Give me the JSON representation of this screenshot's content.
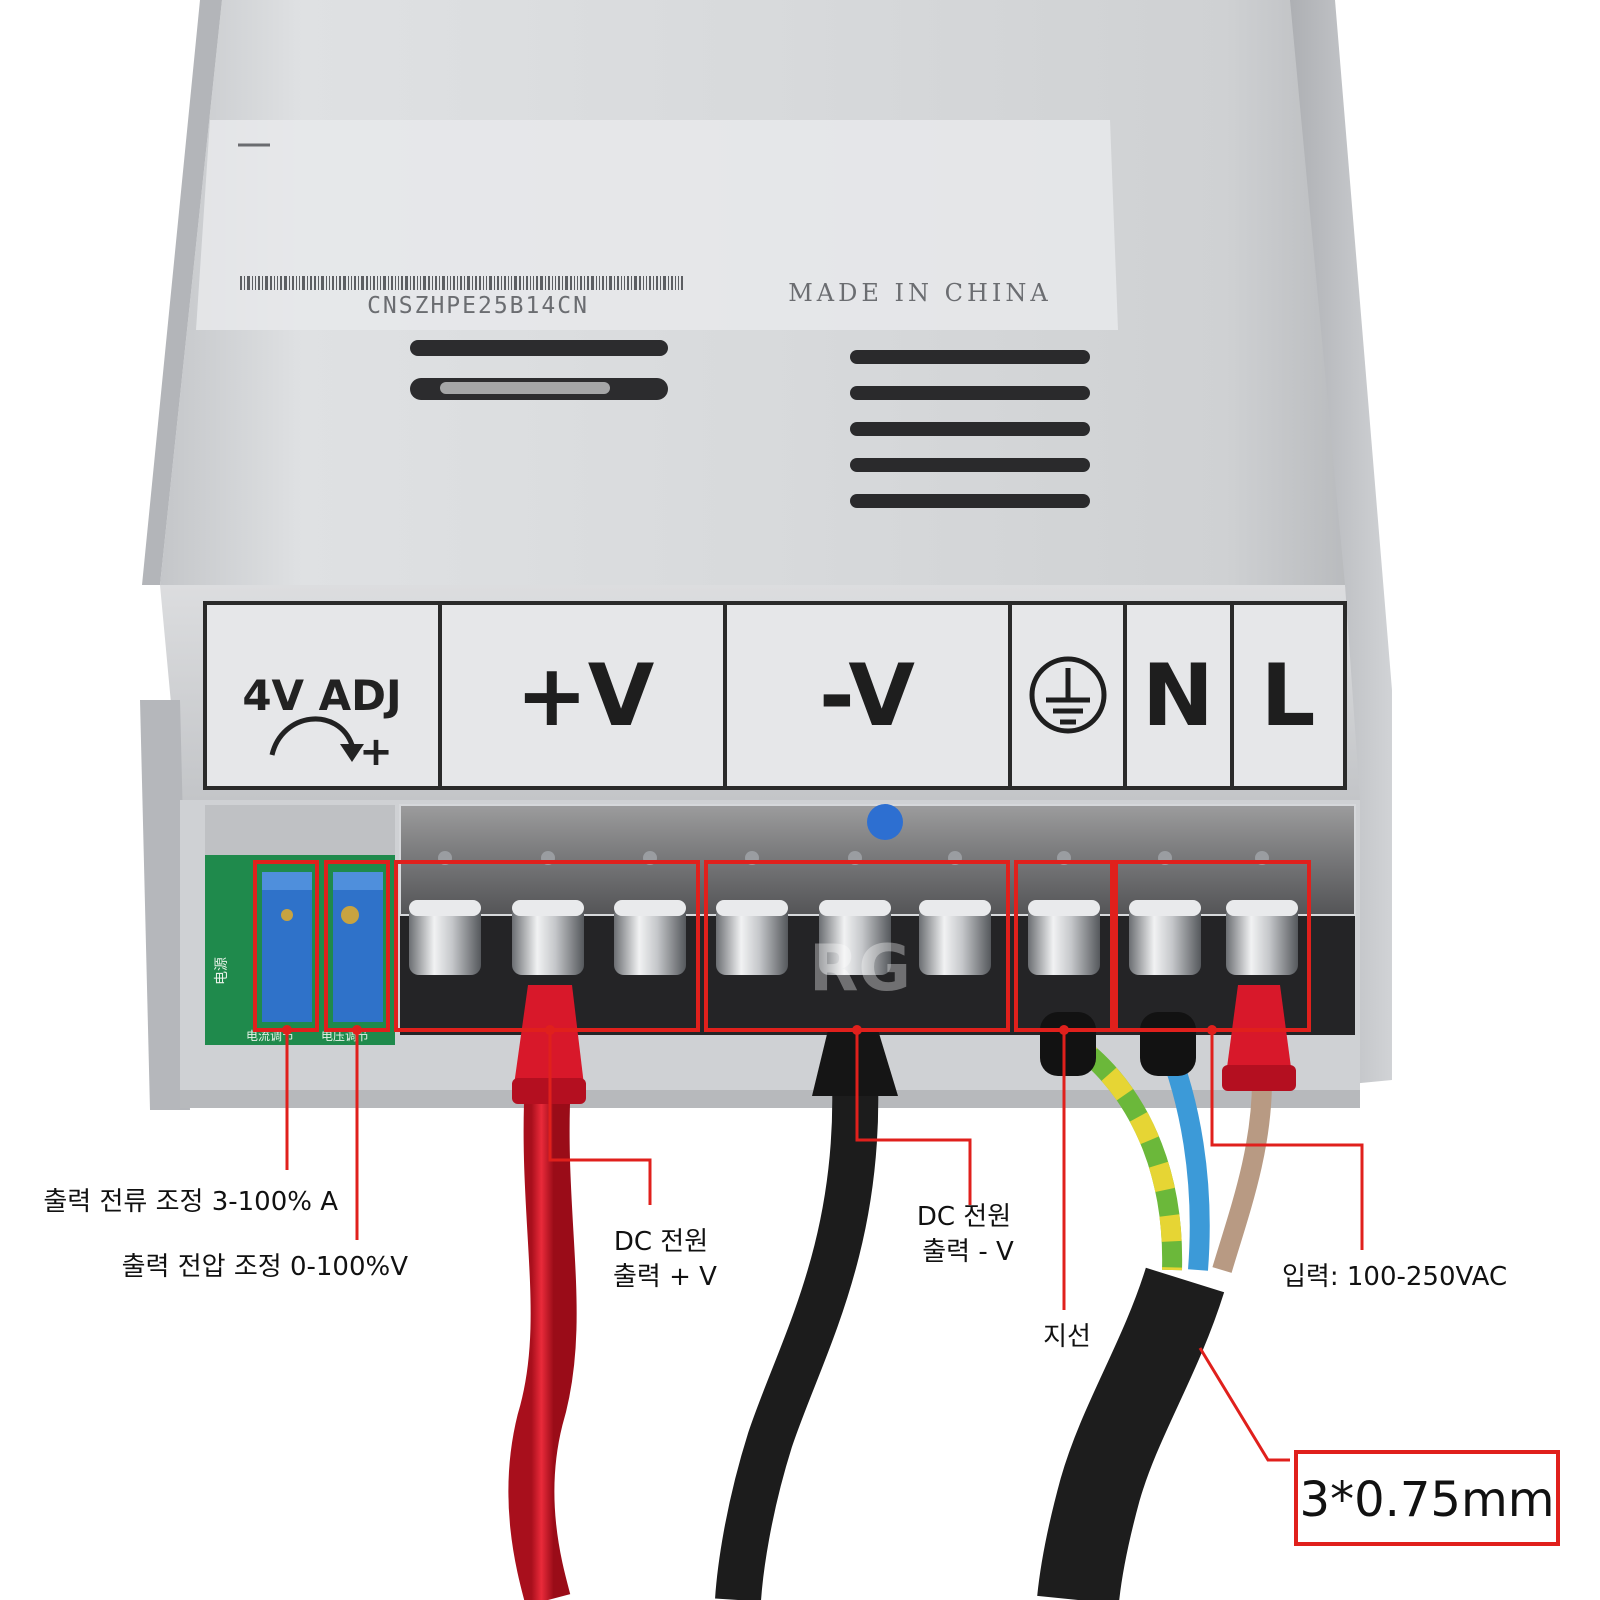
{
  "product": {
    "serial": "CNSZHPE25B14CN",
    "origin": "MADE IN CHINA",
    "watermark": "RG"
  },
  "terminal_panel": {
    "adj": {
      "label": "4V ADJ",
      "plus": "+"
    },
    "pos_v": "+V",
    "neg_v": "-V",
    "neutral": "N",
    "live": "L"
  },
  "board_print": {
    "current_pot": "电流调节",
    "voltage_pot": "电压调节",
    "side": "电源"
  },
  "callouts": {
    "current_adjust": "출력 전류 조정 3-100% A",
    "voltage_adjust": "출력 전압 조정 0-100%V",
    "dc_pos_line1": "DC 전원",
    "dc_pos_line2": "출력 + V",
    "dc_neg_line1": "DC 전원",
    "dc_neg_line2": "출력 - V",
    "ground": "지선",
    "input": "입력: 100-250VAC",
    "cable_spec": "3*0.75mm"
  },
  "colors": {
    "callout_red": "#e0201c",
    "case_silver": "#d9dbdd",
    "pot_blue": "#2f72c9",
    "pcb_green": "#1f8a4c",
    "wire_red": "#d8182a",
    "wire_black": "#1c1c1c"
  }
}
